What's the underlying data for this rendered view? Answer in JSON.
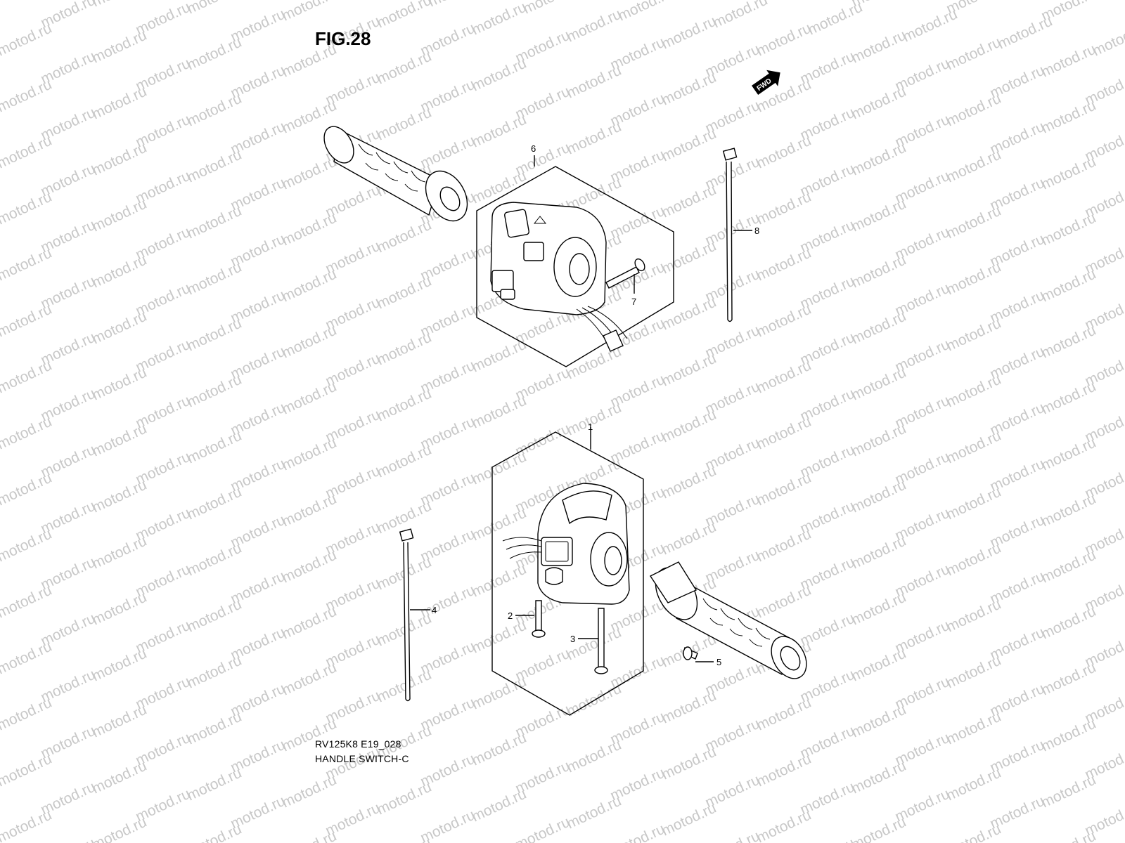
{
  "figure": {
    "title": "FIG.28",
    "model_code": "RV125K8 E19_028",
    "name": "HANDLE SWITCH-C"
  },
  "watermark": {
    "text": "motod.ru",
    "color": "#c8c8c8"
  },
  "direction_badge": {
    "label": "FWD",
    "icon": "forward-arrow-icon"
  },
  "callouts": [
    {
      "ref": "1"
    },
    {
      "ref": "2"
    },
    {
      "ref": "3"
    },
    {
      "ref": "4"
    },
    {
      "ref": "5"
    },
    {
      "ref": "6"
    },
    {
      "ref": "7"
    },
    {
      "ref": "8"
    }
  ]
}
